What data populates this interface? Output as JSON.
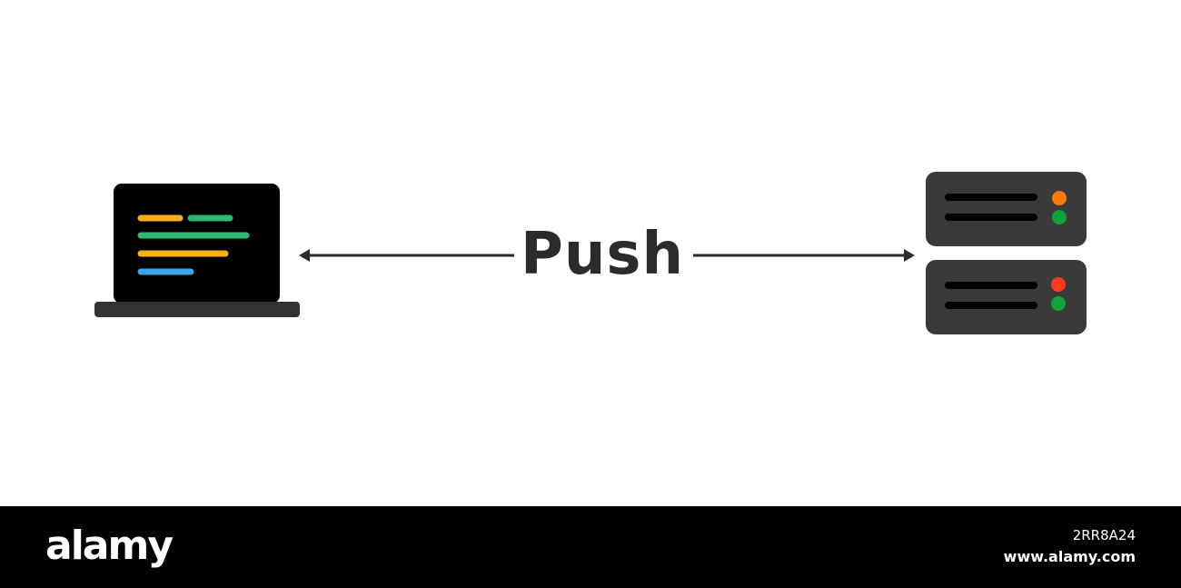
{
  "diagram": {
    "label": "Push",
    "colors": {
      "laptop_screen": "#000000",
      "laptop_base": "#333333",
      "server_body": "#3a3a3a",
      "server_slot": "#000000",
      "arrow": "#2b2b2b",
      "code_orange": "#f7b21b",
      "code_green": "#2eb872",
      "code_blue": "#3ba3e6",
      "led_orange": "#ff7a00",
      "led_red": "#ff3b1f",
      "led_green": "#10a53a"
    },
    "icons": [
      "laptop-code-icon",
      "server-stack-icon",
      "arrow-left-icon",
      "arrow-right-icon"
    ]
  },
  "watermark": {
    "brand": "alamy",
    "image_id": "2RR8A24",
    "site": "www.alamy.com"
  }
}
